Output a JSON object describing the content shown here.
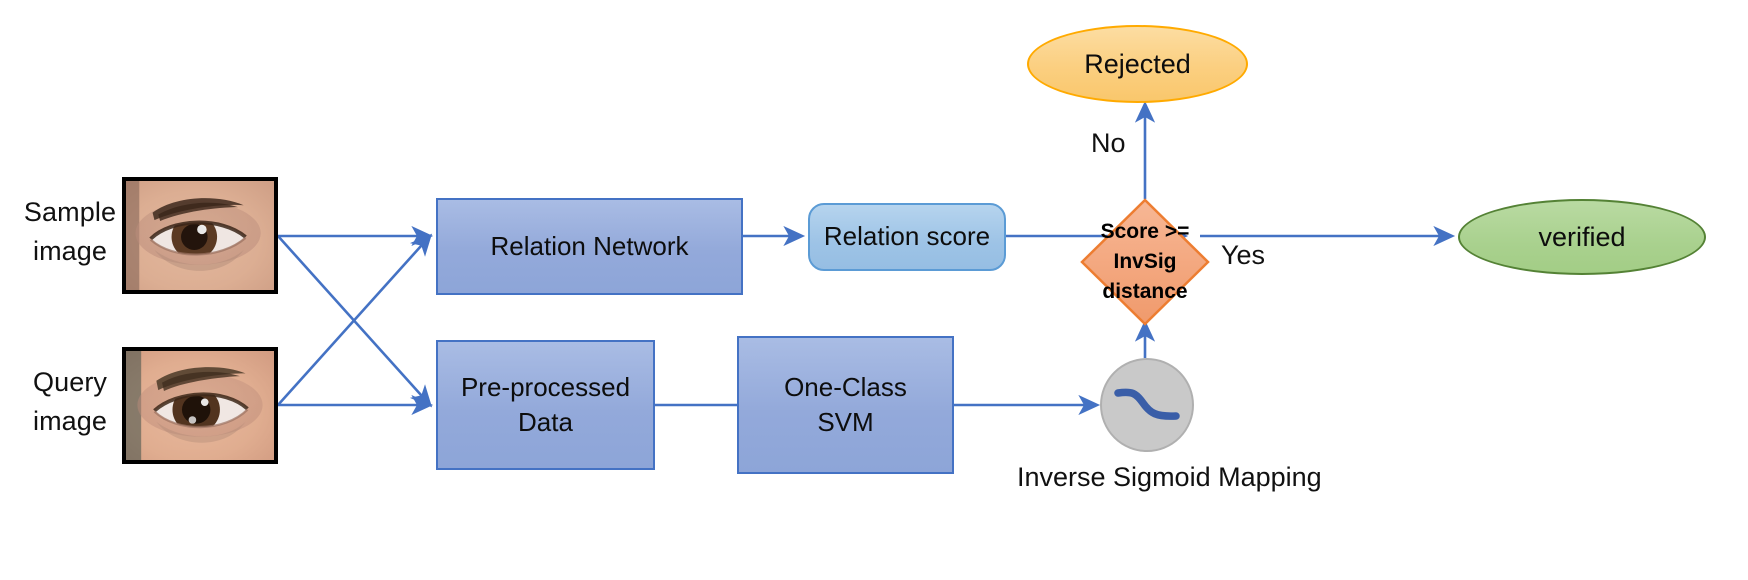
{
  "diagram": {
    "title": "Biometric verification pipeline flowchart",
    "inputs": [
      {
        "id": "sample",
        "label": "Sample\nimage",
        "label_line1": "Sample",
        "label_line2": "image",
        "image": "eye-photo"
      },
      {
        "id": "query",
        "label": "Query\nimage",
        "label_line1": "Query",
        "label_line2": "image",
        "image": "eye-photo"
      }
    ],
    "nodes": {
      "relation_network": {
        "label": "Relation Network",
        "shape": "rectangle",
        "fill": "#95AEDC",
        "stroke": "#4472C4"
      },
      "relation_score": {
        "label": "Relation score",
        "shape": "rounded-rectangle",
        "fill": "#9DC3E6",
        "stroke": "#5B9BD5"
      },
      "preprocessed_data": {
        "label_line1": "Pre-processed",
        "label_line2": "Data",
        "shape": "rectangle",
        "fill": "#95AEDC",
        "stroke": "#4472C4"
      },
      "one_class_svm": {
        "label_line1": "One-Class",
        "label_line2": "SVM",
        "shape": "rectangle",
        "fill": "#95AEDC",
        "stroke": "#4472C4"
      },
      "inverse_sigmoid": {
        "caption": "Inverse Sigmoid Mapping",
        "shape": "circle",
        "fill": "#C9C9C9",
        "stroke": "#B0B0B0",
        "glyph": "inverse-sigmoid-curve",
        "glyph_color": "#3A5EA8"
      },
      "decision": {
        "label_line1": "Score >=",
        "label_line2": "InvSig",
        "label_line3": "distance",
        "shape": "diamond",
        "fill": "#F4A57C",
        "stroke": "#ED7D31"
      },
      "rejected": {
        "label": "Rejected",
        "shape": "ellipse",
        "fill": "#FBCF80",
        "stroke": "#FFAA00"
      },
      "verified": {
        "label": "verified",
        "shape": "ellipse",
        "fill": "#A9D18E",
        "stroke": "#548235"
      }
    },
    "edge_labels": {
      "no": "No",
      "yes": "Yes"
    },
    "colors": {
      "arrow": "#4472C4",
      "background": "#FFFFFF",
      "text": "#111111"
    }
  }
}
